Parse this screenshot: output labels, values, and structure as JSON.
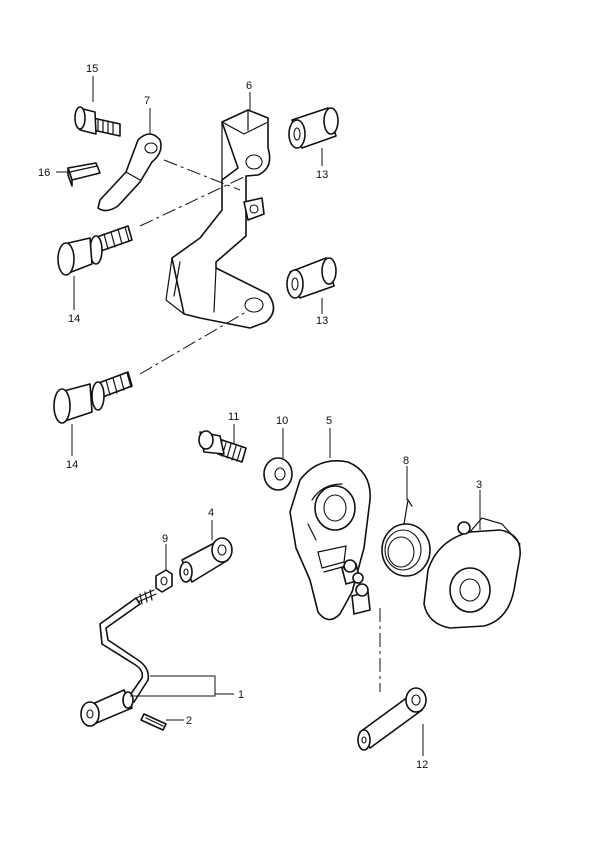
{
  "callouts": {
    "c15": "15",
    "c7": "7",
    "c6": "6",
    "c16": "16",
    "c13a": "13",
    "c14a": "14",
    "c13b": "13",
    "c14b": "14",
    "c11": "11",
    "c10": "10",
    "c5": "5",
    "c8": "8",
    "c3": "3",
    "c4": "4",
    "c9": "9",
    "c1": "1",
    "c2": "2",
    "c12": "12"
  }
}
